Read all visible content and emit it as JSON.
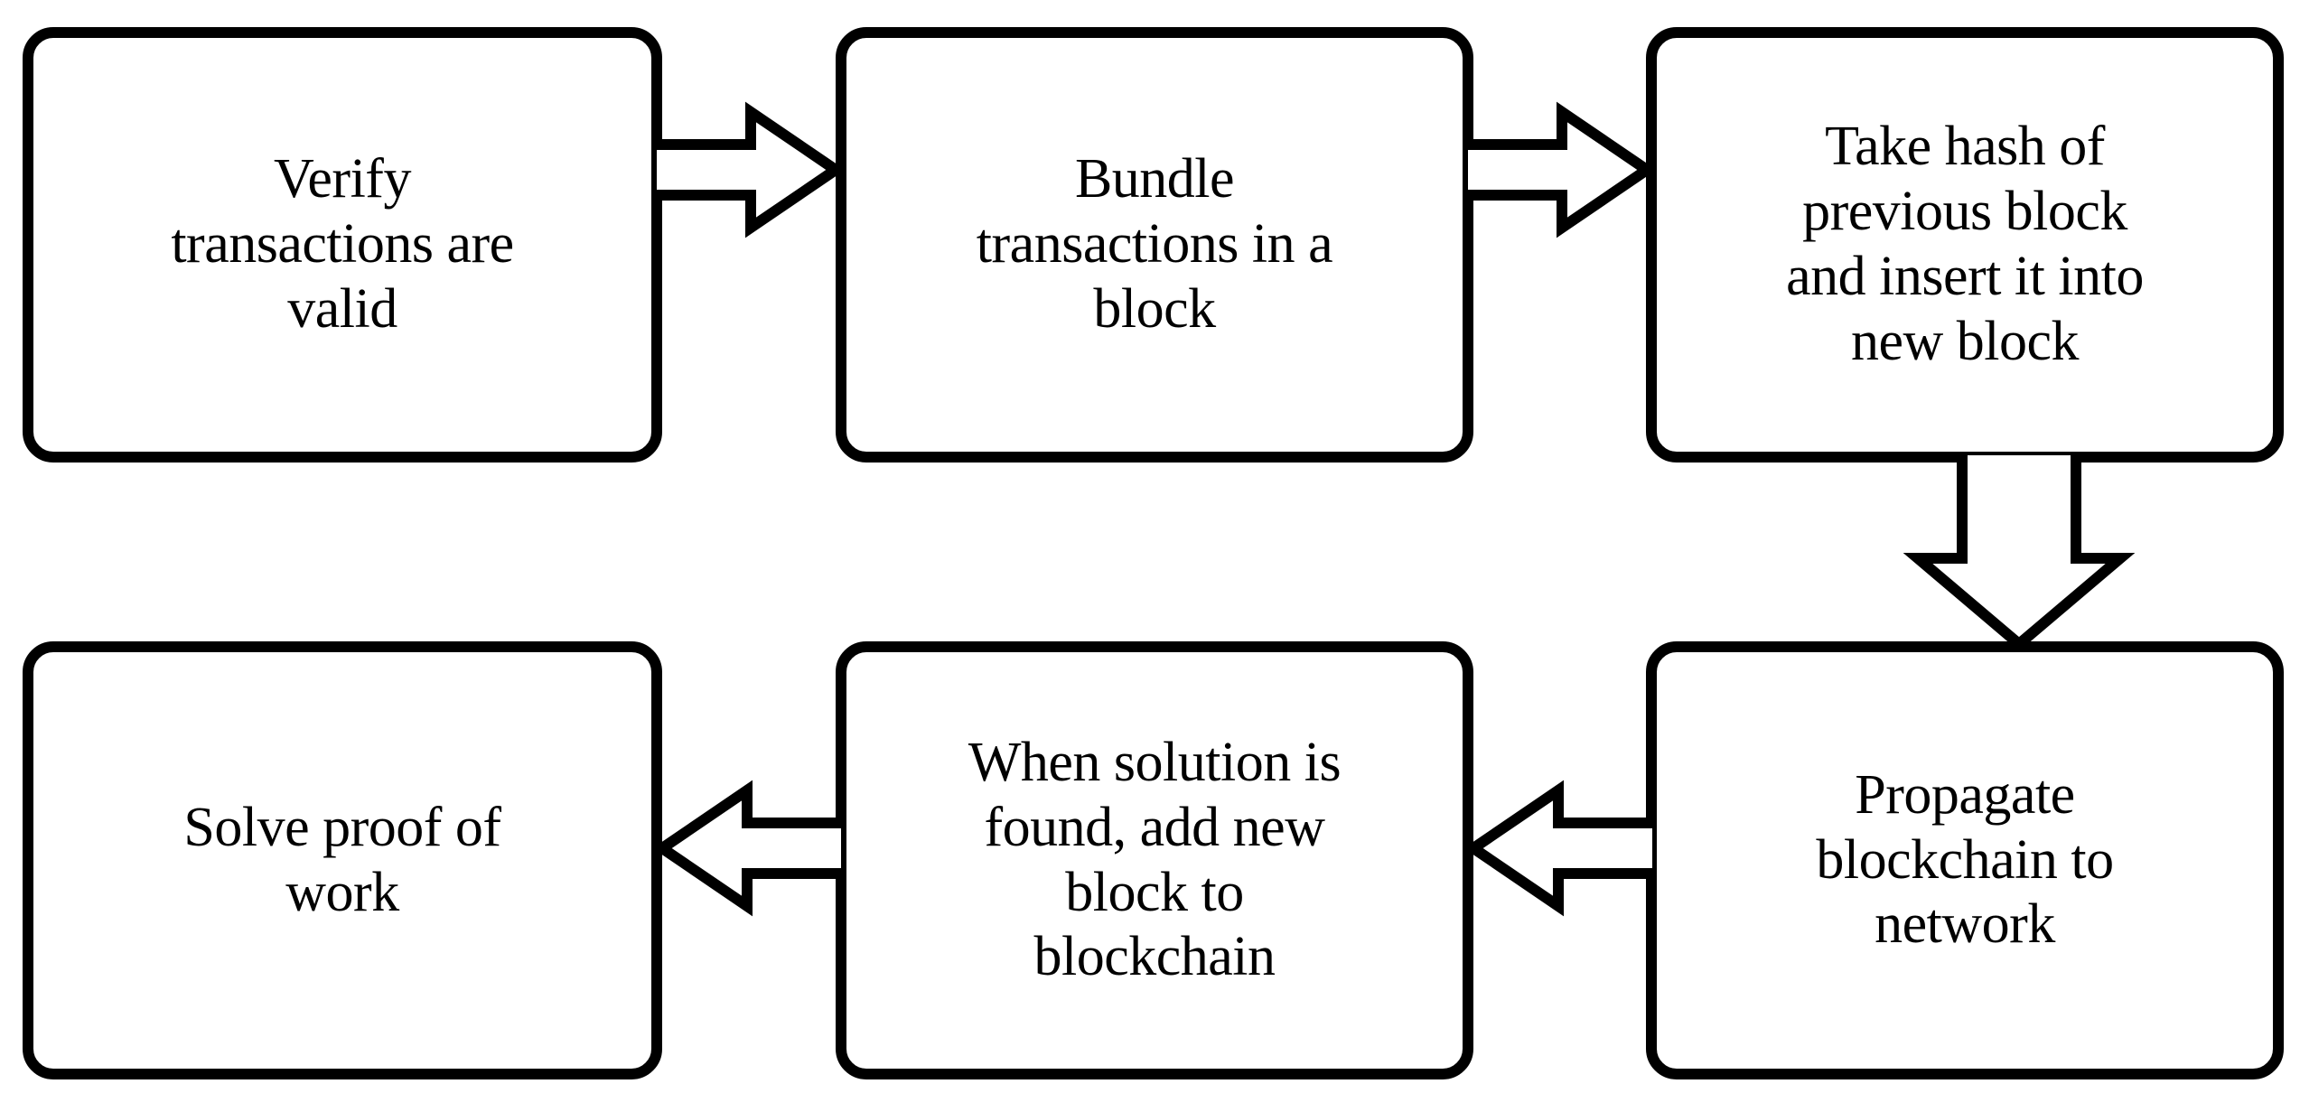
{
  "diagram": {
    "title": "Blockchain mining process flowchart",
    "colors": {
      "stroke": "#000000",
      "fill": "#ffffff",
      "text": "#000000",
      "background": "#ffffff"
    },
    "nodes": [
      {
        "id": "verify-transactions",
        "label": "Verify\ntransactions are\nvalid",
        "order": 1
      },
      {
        "id": "bundle-transactions",
        "label": "Bundle\ntransactions in a\nblock",
        "order": 2
      },
      {
        "id": "take-hash",
        "label": "Take hash of\nprevious block\nand insert it into\nnew block",
        "order": 3
      },
      {
        "id": "solve-proof-of-work",
        "label": "Solve proof of\nwork",
        "order": 4
      },
      {
        "id": "add-block-to-blockchain",
        "label": "When solution is\nfound, add new\nblock to\nblockchain",
        "order": 5
      },
      {
        "id": "propagate-blockchain",
        "label": "Propagate\nblockchain to\nnetwork",
        "order": 6
      }
    ],
    "arrows": [
      {
        "id": "arrow-verify-to-bundle",
        "from": "verify-transactions",
        "to": "bundle-transactions",
        "direction": "right"
      },
      {
        "id": "arrow-bundle-to-hash",
        "from": "bundle-transactions",
        "to": "take-hash",
        "direction": "right"
      },
      {
        "id": "arrow-hash-to-propagate",
        "from": "take-hash",
        "to": "propagate-blockchain",
        "direction": "down"
      },
      {
        "id": "arrow-propagate-to-add-block",
        "from": "propagate-blockchain",
        "to": "add-block-to-blockchain",
        "direction": "left"
      },
      {
        "id": "arrow-add-block-to-solve",
        "from": "add-block-to-blockchain",
        "to": "solve-proof-of-work",
        "direction": "left"
      }
    ]
  }
}
